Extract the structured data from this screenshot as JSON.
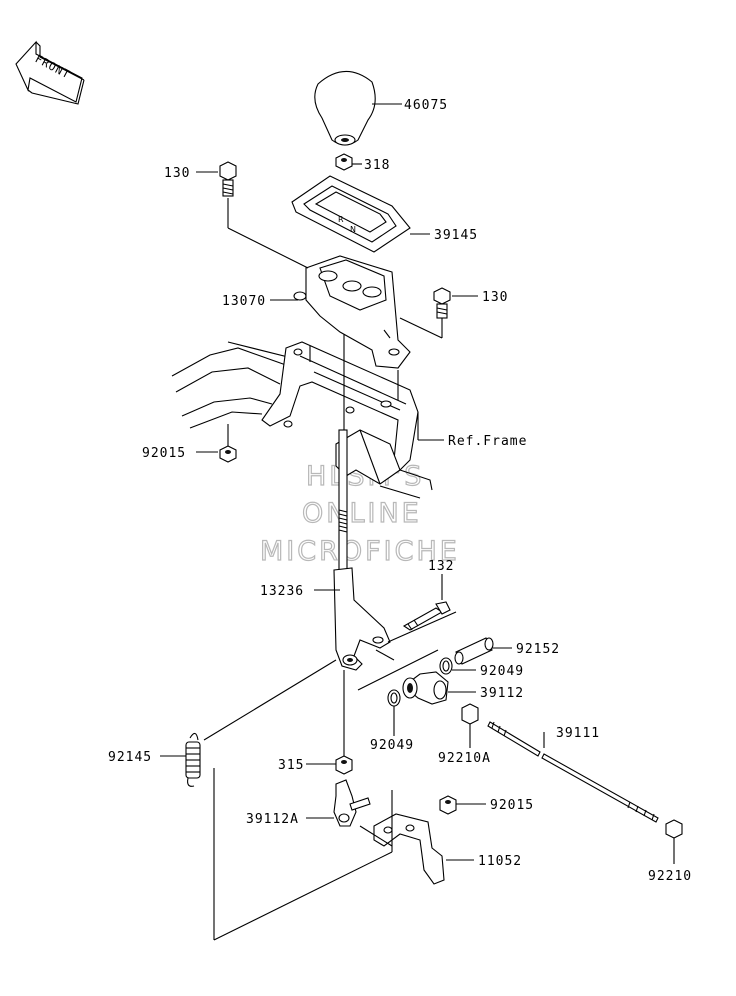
{
  "front_arrow": {
    "label": "FRONT"
  },
  "watermark": [
    "HLSM'S",
    "ONLINE",
    "MICROFICHE"
  ],
  "reference": {
    "frame": "Ref.Frame"
  },
  "parts": [
    {
      "id": "p46075",
      "label": "46075"
    },
    {
      "id": "p318",
      "label": "318"
    },
    {
      "id": "p130a",
      "label": "130"
    },
    {
      "id": "p39145",
      "label": "39145"
    },
    {
      "id": "p13070",
      "label": "13070"
    },
    {
      "id": "p130b",
      "label": "130"
    },
    {
      "id": "p92015a",
      "label": "92015"
    },
    {
      "id": "p132",
      "label": "132"
    },
    {
      "id": "p13236",
      "label": "13236"
    },
    {
      "id": "p92152",
      "label": "92152"
    },
    {
      "id": "p92049a",
      "label": "92049"
    },
    {
      "id": "p39112",
      "label": "39112"
    },
    {
      "id": "p92049b",
      "label": "92049"
    },
    {
      "id": "p92210A",
      "label": "92210A"
    },
    {
      "id": "p39111",
      "label": "39111"
    },
    {
      "id": "p92145",
      "label": "92145"
    },
    {
      "id": "p315",
      "label": "315"
    },
    {
      "id": "p39112A",
      "label": "39112A"
    },
    {
      "id": "p92015b",
      "label": "92015"
    },
    {
      "id": "p11052",
      "label": "11052"
    },
    {
      "id": "p92210",
      "label": "92210"
    }
  ]
}
